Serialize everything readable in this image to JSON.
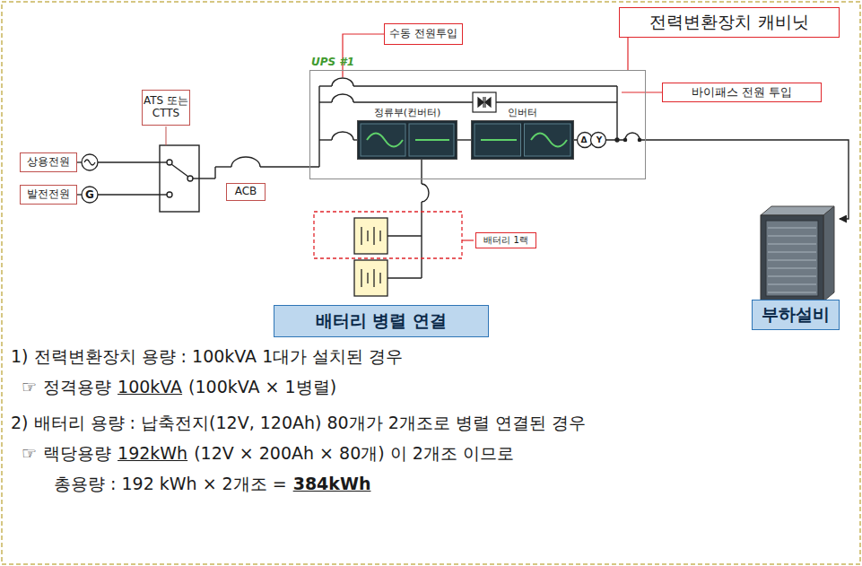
{
  "diagram": {
    "nodes": [
      {
        "text": [
          "상용전원"
        ]
      },
      {
        "text": [
          "발전전원"
        ]
      },
      {
        "text": [
          "ATS 또는 CTTS"
        ]
      },
      {
        "text": [
          "ACB"
        ]
      },
      {
        "text": [
          "UPS #1"
        ]
      },
      {
        "text": [
          "수동 전원투입"
        ]
      },
      {
        "text": [
          "정류부(컨버터)"
        ],
        "in": 4
      },
      {
        "text": [
          "인버터"
        ],
        "in": 4
      },
      {
        "text": [
          "전력변환장치 캐비닛"
        ]
      },
      {
        "text": [
          "바이패스 전원 투입"
        ]
      },
      {
        "text": [
          "배터리 1랙"
        ]
      },
      {
        "text": [
          "배터리 병렬 연결"
        ]
      },
      {
        "text": [
          "부하설비"
        ]
      }
    ],
    "edges": [
      {
        "from": 8,
        "to": 4,
        "arrow": "none"
      },
      {
        "from": 6,
        "to": 7,
        "arrow": "none"
      },
      {
        "from": 7,
        "to": 12,
        "arrow": "to"
      }
    ],
    "labels": [
      "G",
      "Δ",
      "Y",
      "1) 전력변환장치 용량 : 100kVA 1대가 설치된 경우",
      "☞",
      "정격용량",
      "100kVA",
      "(100kVA × 1병렬)",
      "2) 배터리 용량 : 납축전지(12V, 120Ah) 80개가 2개조로 병렬 연결된 경우",
      "☞",
      "랙당용량",
      "192kWh",
      "(12V × 200Ah × 80개) 이 2개조 이므로",
      "총용량 : 192 kWh × 2개조 =",
      "384kWh"
    ]
  }
}
